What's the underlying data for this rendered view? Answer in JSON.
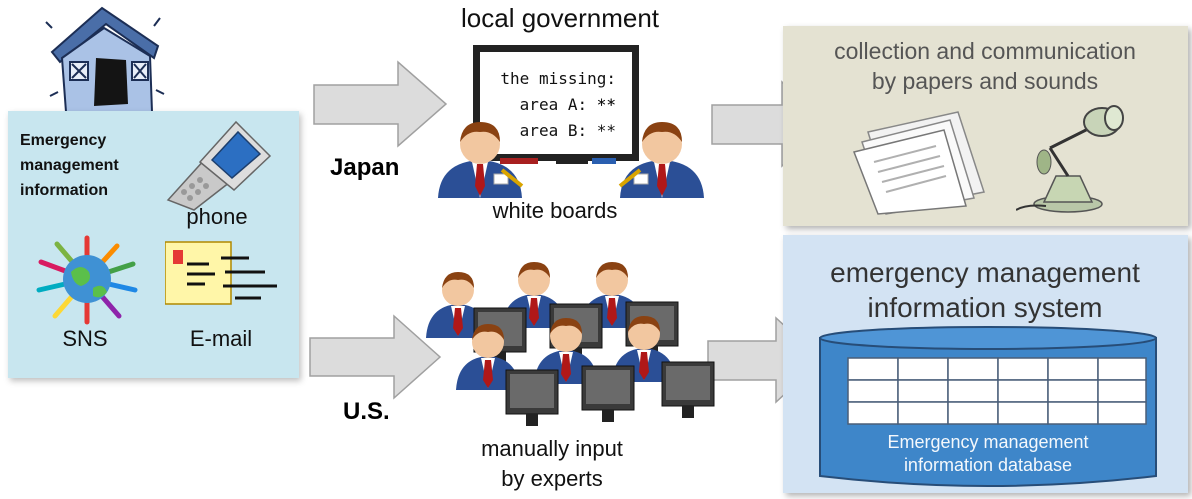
{
  "sources": {
    "box_title": "Emergency management information",
    "phone_label": "phone",
    "sns_label": "SNS",
    "email_label": "E-mail"
  },
  "japan": {
    "country_label": "Japan",
    "org_label": "local government",
    "board_label": "white boards",
    "board_lines": [
      "the missing: **",
      "area A: **",
      "area B: **"
    ],
    "outcome": [
      "collection and communication",
      "by papers and sounds"
    ]
  },
  "us": {
    "country_label": "U.S.",
    "experts_label": [
      "manually input",
      "by experts"
    ],
    "system_title": [
      "emergency management",
      "information system"
    ],
    "db_label": [
      "Emergency management",
      "information database"
    ]
  },
  "colors": {
    "info_box": "#c8e6ef",
    "papers_box": "#e4e2d2",
    "system_box": "#d3e3f3",
    "db_fill": "#3e86c9",
    "arrow_fill": "#dcdcdc",
    "person_suit": "#2b4f96",
    "person_tie": "#b01818",
    "person_hair": "#8a4212"
  }
}
